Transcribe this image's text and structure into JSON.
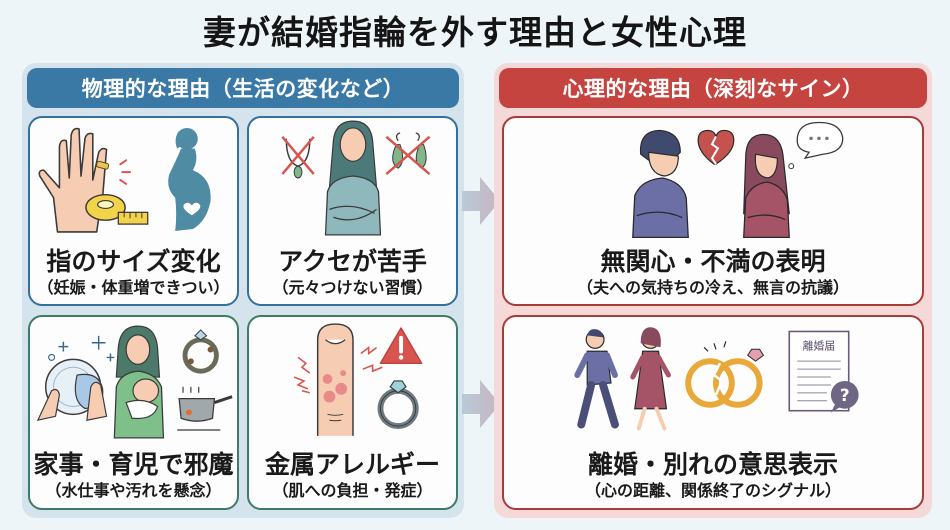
{
  "title": "妻が結婚指輪を外す理由と女性心理",
  "colors": {
    "background": "#eef5f8",
    "physical_accent": "#3a79a6",
    "physical_panel": "#d5e3ec",
    "psych_accent": "#c64440",
    "psych_panel": "#f5d9d9",
    "card_border_blue": "#33719c",
    "card_border_green": "#3e7b69",
    "card_border_red": "#a93a3a"
  },
  "physical": {
    "header": "物理的な理由（生活の変化など）",
    "cards": [
      {
        "title": "指のサイズ変化",
        "subtitle": "（妊娠・体重増できつい）",
        "icons": [
          "hand-with-tight-ring-icon",
          "measuring-tape-icon",
          "pregnant-woman-icon"
        ]
      },
      {
        "title": "アクセが苦手",
        "subtitle": "（元々つけない習慣）",
        "icons": [
          "crossed-out-necklace-icon",
          "woman-arms-crossed-icon",
          "crossed-out-earrings-icon"
        ]
      },
      {
        "title": "家事・育児で邪魔",
        "subtitle": "（水仕事や汚れを懸念）",
        "icons": [
          "washing-dishes-icon",
          "mother-holding-baby-icon",
          "dirty-ring-icon",
          "frying-pan-icon"
        ]
      },
      {
        "title": "金属アレルギー",
        "subtitle": "（肌への負担・発症）",
        "icons": [
          "irritated-finger-icon",
          "warning-icon",
          "ring-icon"
        ]
      }
    ]
  },
  "psychological": {
    "header": "心理的な理由（深刻なサイン）",
    "cards": [
      {
        "title": "無関心・不満の表明",
        "subtitle": "（夫への気持ちの冷え、無言の抗議）",
        "icons": [
          "man-back-turned-icon",
          "broken-heart-icon",
          "woman-back-turned-icon",
          "thought-bubble-icon"
        ]
      },
      {
        "title": "離婚・別れの意思表示",
        "subtitle": "（心の距離、関係終了のシグナル）",
        "icons": [
          "walking-man-icon",
          "walking-woman-icon",
          "broken-rings-icon",
          "divorce-form-icon"
        ],
        "document_label": "離婚届",
        "question_mark": "?"
      }
    ]
  }
}
